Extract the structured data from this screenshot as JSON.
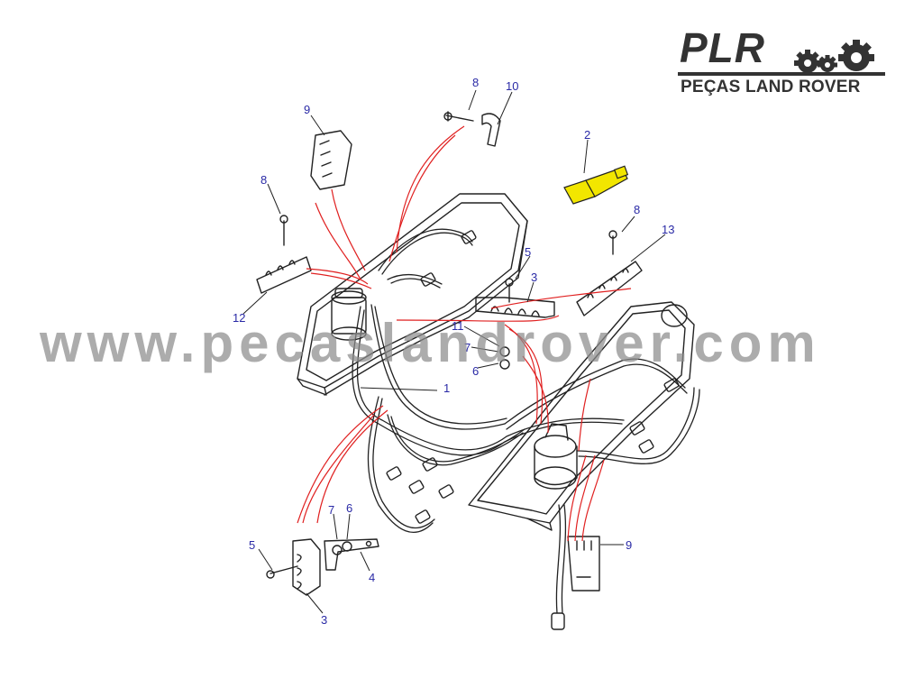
{
  "brand": {
    "logo_main": "PLR",
    "logo_sub": "PEÇAS LAND ROVER"
  },
  "watermark": "www.pecaslandrover.com",
  "colors": {
    "callout_text": "#2a2aa6",
    "leader_red": "#e02020",
    "highlight_part": "#f2e600",
    "line_art": "#222222"
  },
  "callouts": {
    "c1": "1",
    "c2": "2",
    "c3_upper": "3",
    "c3_lower": "3",
    "c4": "4",
    "c5_upper": "5",
    "c5_lower": "5",
    "c6_upper": "6",
    "c6_lower": "6",
    "c7_upper": "7",
    "c7_lower": "7",
    "c8_top": "8",
    "c8_left": "8",
    "c8_right": "8",
    "c9_upper": "9",
    "c9_lower": "9",
    "c10": "10",
    "c11": "11",
    "c12": "12",
    "c13": "13"
  },
  "highlighted_part": "2"
}
